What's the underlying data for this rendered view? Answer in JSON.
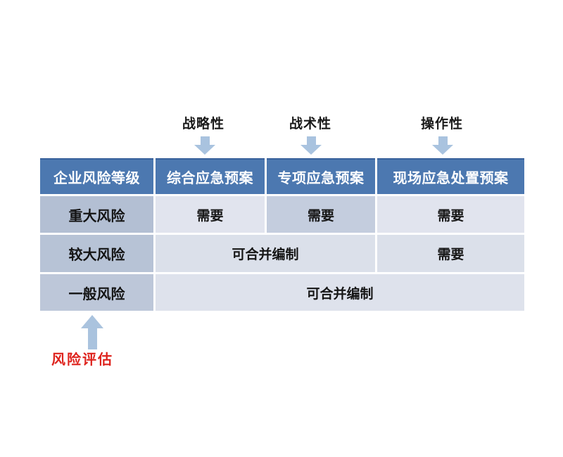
{
  "top_labels": [
    {
      "text": "战略性"
    },
    {
      "text": "战术性"
    },
    {
      "text": "操作性"
    }
  ],
  "table": {
    "headers": [
      "企业风险等级",
      "综合应急预案",
      "专项应急预案",
      "现场应急处置预案"
    ],
    "rows": [
      {
        "label": "重大风险",
        "cells": [
          "需要",
          "需要",
          "需要"
        ]
      },
      {
        "label": "较大风险",
        "cells": [
          "可合并编制",
          "需要"
        ]
      },
      {
        "label": "一般风险",
        "cells": [
          "可合并编制"
        ]
      }
    ]
  },
  "bottom_annotation": {
    "text": "风险评估"
  },
  "colors": {
    "header_bg": "#4c78b0",
    "header_border_top": "#38619b",
    "header_text": "#ffffff",
    "row_label_bg": "#b6c2d5",
    "cell_light_bg": "#e1e4ee",
    "cell_highlight_bg": "#c4cdde",
    "cell_merged_bg": "#dde1eb",
    "arrow": "#a9c3df",
    "annotation_red": "#de231d",
    "page_bg": "#ffffff"
  }
}
